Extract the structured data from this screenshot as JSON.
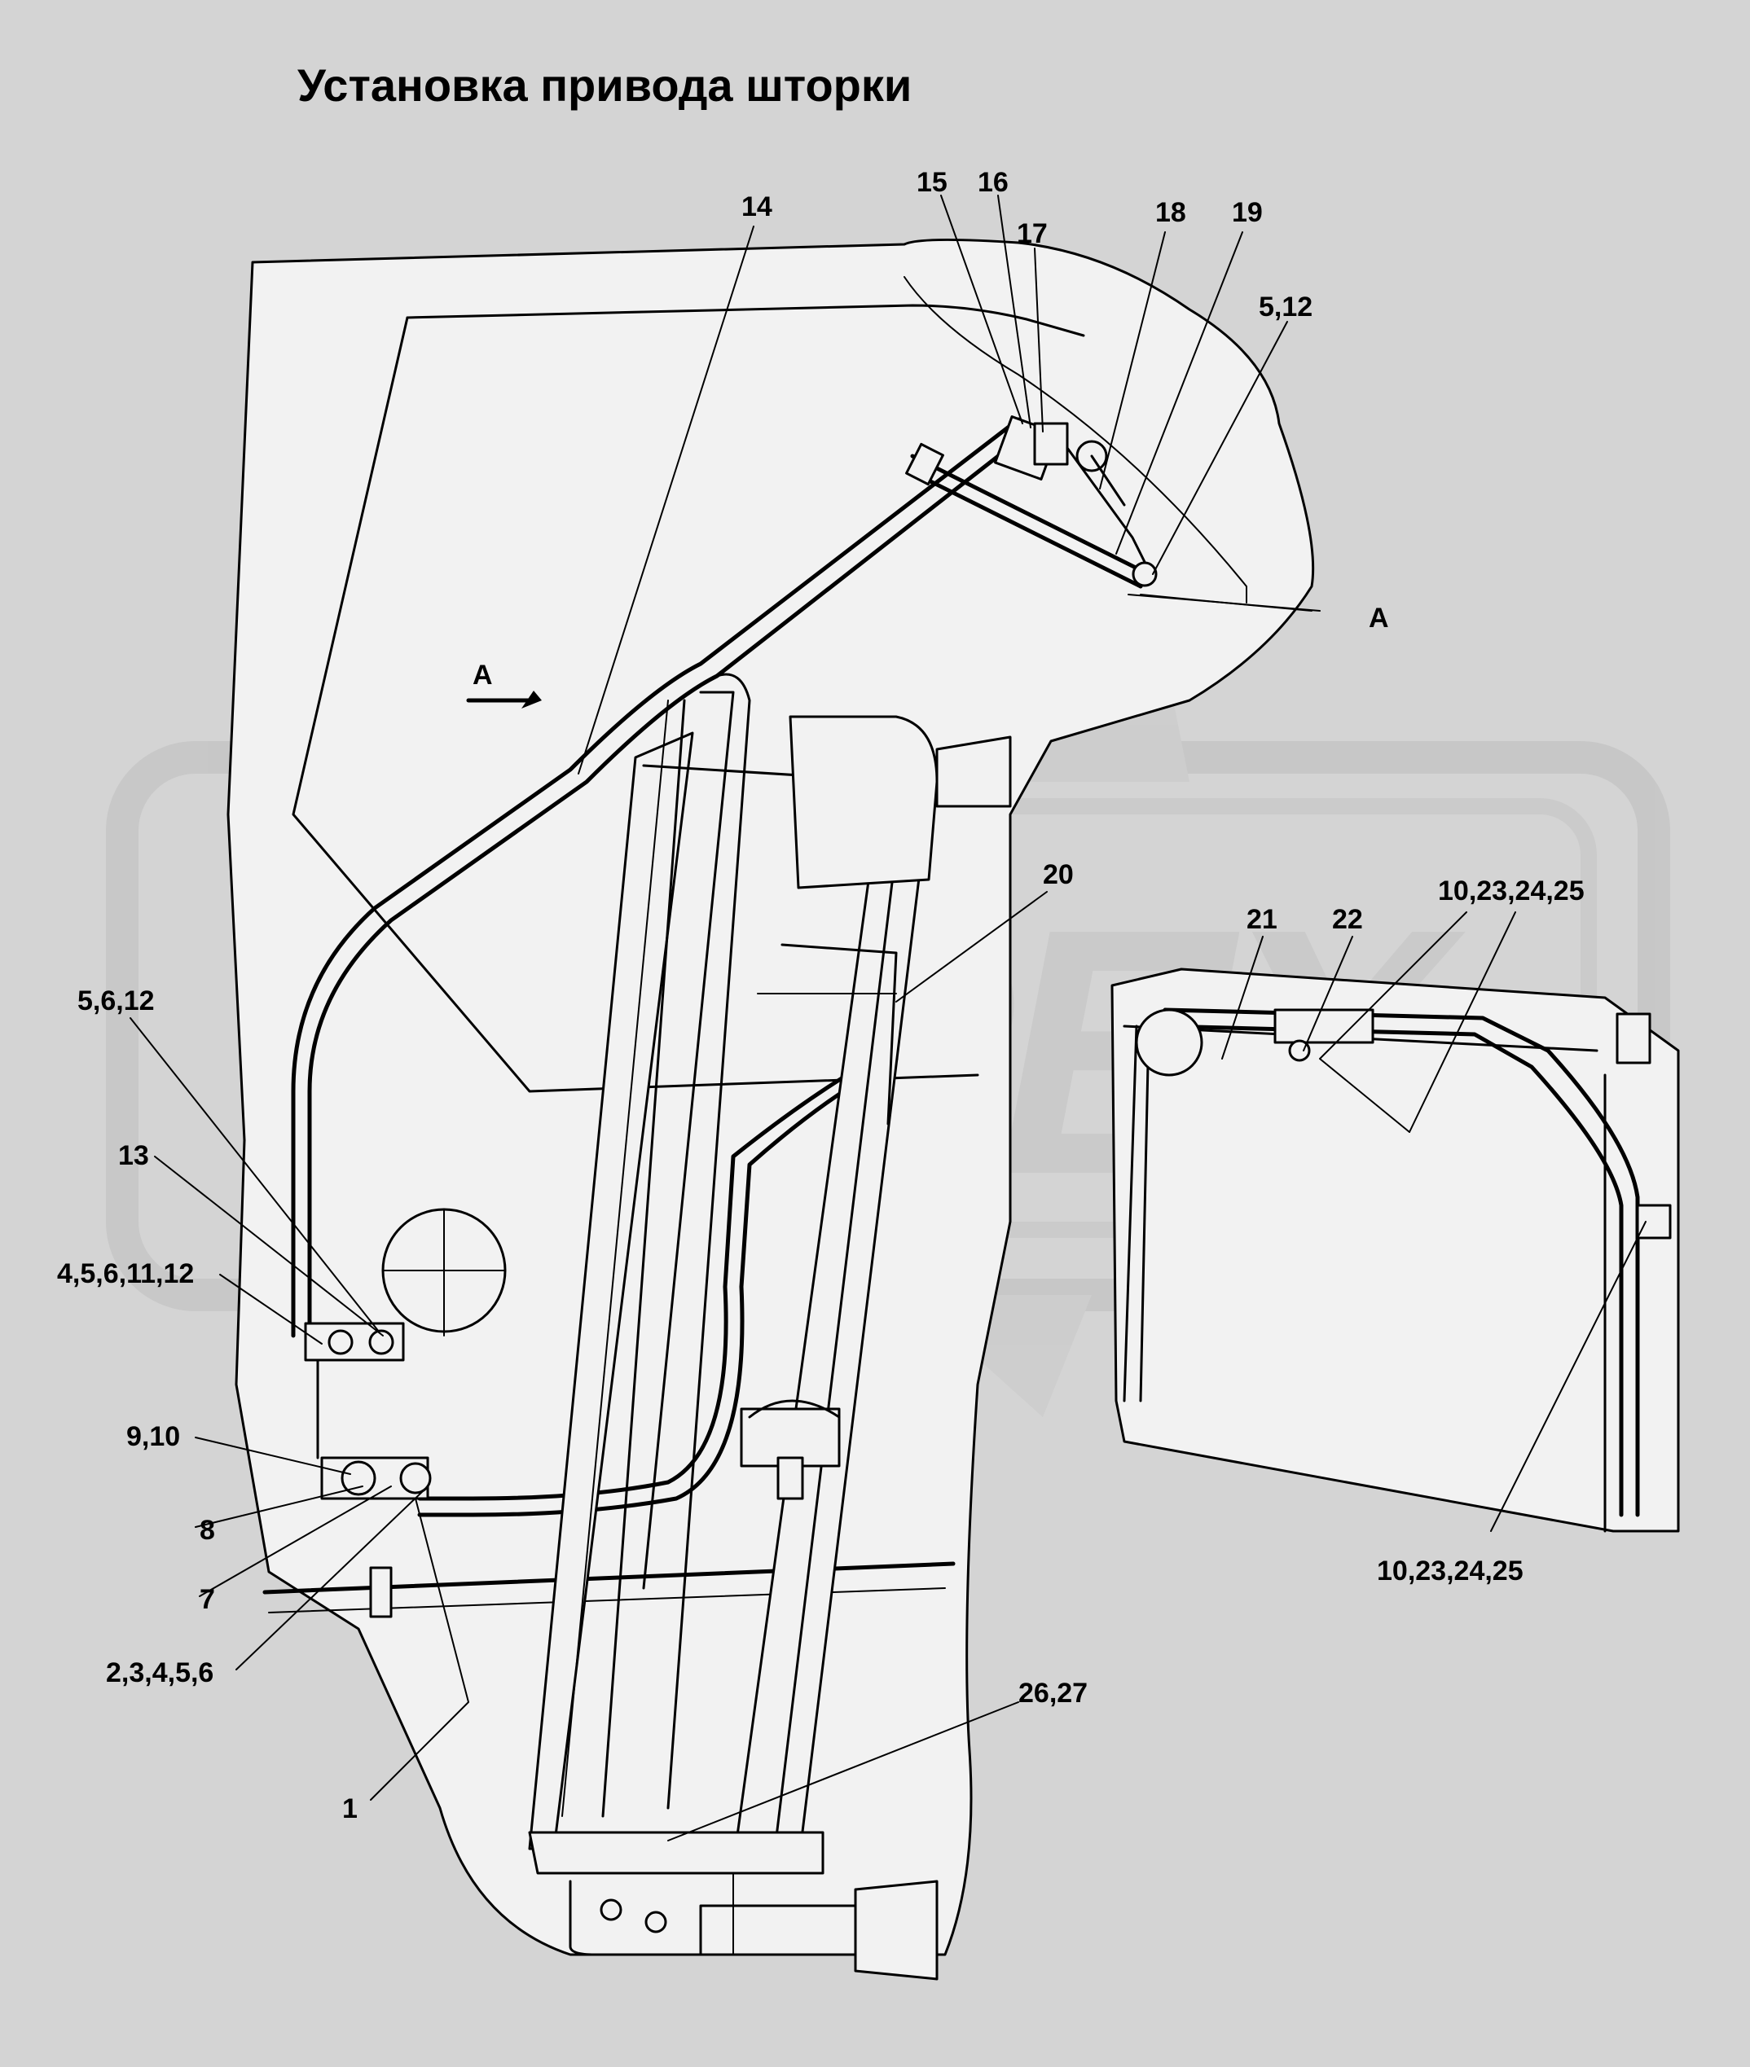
{
  "title": "Установка привода шторки",
  "watermark": "ОРЕХ",
  "colors": {
    "background": "#d4d4d4",
    "ink": "#000000",
    "watermark": "#cfcfcf",
    "paper": "#f2f2f2"
  },
  "view_labels": {
    "arrow": "А",
    "section": "А"
  },
  "callouts": [
    {
      "id": "c14",
      "text": "14"
    },
    {
      "id": "c15",
      "text": "15"
    },
    {
      "id": "c16",
      "text": "16"
    },
    {
      "id": "c17",
      "text": "17"
    },
    {
      "id": "c18",
      "text": "18"
    },
    {
      "id": "c19",
      "text": "19"
    },
    {
      "id": "c512",
      "text": "5,12"
    },
    {
      "id": "c20",
      "text": "20"
    },
    {
      "id": "c21",
      "text": "21"
    },
    {
      "id": "c22",
      "text": "22"
    },
    {
      "id": "c10a",
      "text": "10,23,24,25"
    },
    {
      "id": "c10b",
      "text": "10,23,24,25"
    },
    {
      "id": "c5612",
      "text": "5,6,12"
    },
    {
      "id": "c13",
      "text": "13"
    },
    {
      "id": "c4561112",
      "text": "4,5,6,11,12"
    },
    {
      "id": "c910",
      "text": "9,10"
    },
    {
      "id": "c8",
      "text": "8"
    },
    {
      "id": "c7",
      "text": "7"
    },
    {
      "id": "c23456",
      "text": "2,3,4,5,6"
    },
    {
      "id": "c2627",
      "text": "26,27"
    },
    {
      "id": "c1",
      "text": "1"
    }
  ]
}
